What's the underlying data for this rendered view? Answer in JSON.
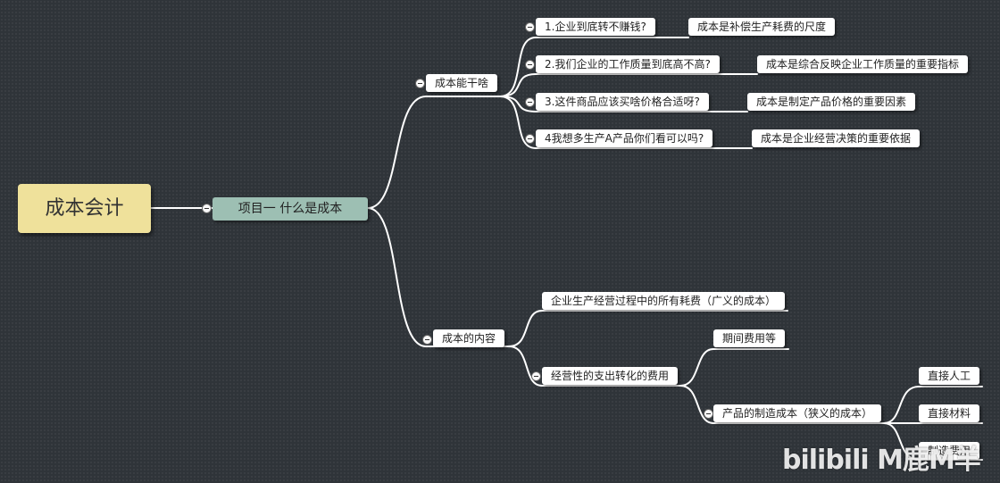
{
  "root": {
    "label": "成本会计"
  },
  "project": {
    "label": "项目一 什么是成本"
  },
  "branch_what": {
    "label": "成本能干啥",
    "items": [
      {
        "question": "1.企业到底转不赚钱?",
        "answer": "成本是补偿生产耗费的尺度"
      },
      {
        "question": "2.我们企业的工作质量到底高不高?",
        "answer": "成本是综合反映企业工作质量的重要指标"
      },
      {
        "question": "3.这件商品应该买啥价格合适呀?",
        "answer": "成本是制定产品价格的重要因素"
      },
      {
        "question": "4我想多生产A产品你们看可以吗?",
        "answer": "成本是企业经营决策的重要依据"
      }
    ]
  },
  "branch_content": {
    "label": "成本的内容",
    "broad": "企业生产经营过程中的所有耗费（广义的成本）",
    "operating": {
      "label": "经营性的支出转化的费用",
      "period": "期间费用等",
      "manufacturing": {
        "label": "产品的制造成本（狭义的成本）",
        "items": [
          "直接人工",
          "直接材料",
          "制造费用"
        ]
      }
    }
  },
  "watermark": {
    "text": "bilibili M鹿M羊"
  }
}
